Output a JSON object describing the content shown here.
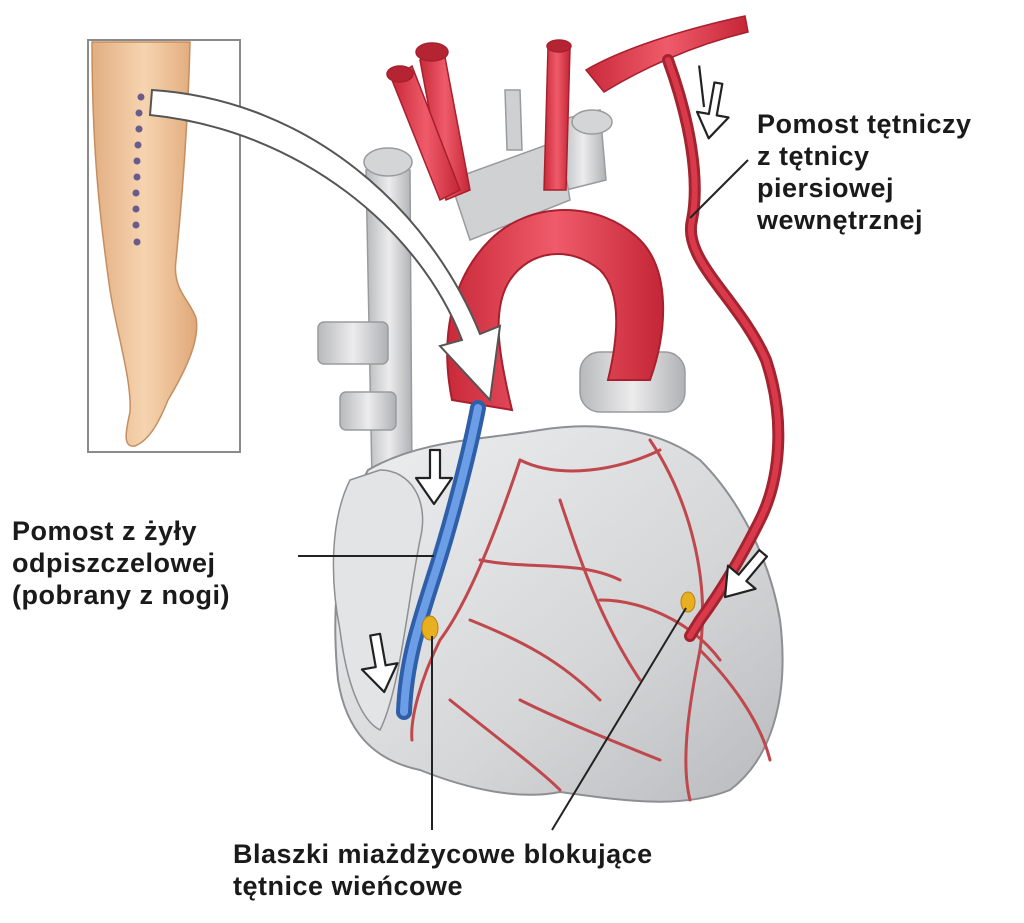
{
  "labels": {
    "arterial_graft": {
      "line1": "Pomost tętniczy",
      "line2": "z tętnicy",
      "line3": "piersiowej",
      "line4": "wewnętrznej"
    },
    "vein_graft": {
      "line1": "Pomost z żyły",
      "line2": "odpiszczelowej",
      "line3": "(pobrany z nogi)"
    },
    "plaques": {
      "line1": "Blaszki miażdżycowe blokujące",
      "line2": "tętnice wieńcowe"
    }
  },
  "colors": {
    "heart_gray": "#d9dadb",
    "artery_red": "#d9394a",
    "coronary_red": "#c0474c",
    "vein_blue": "#4a7fcf",
    "plaque_yellow": "#e8b020",
    "skin": "#f0c9a0",
    "text": "#1a1a1a"
  }
}
